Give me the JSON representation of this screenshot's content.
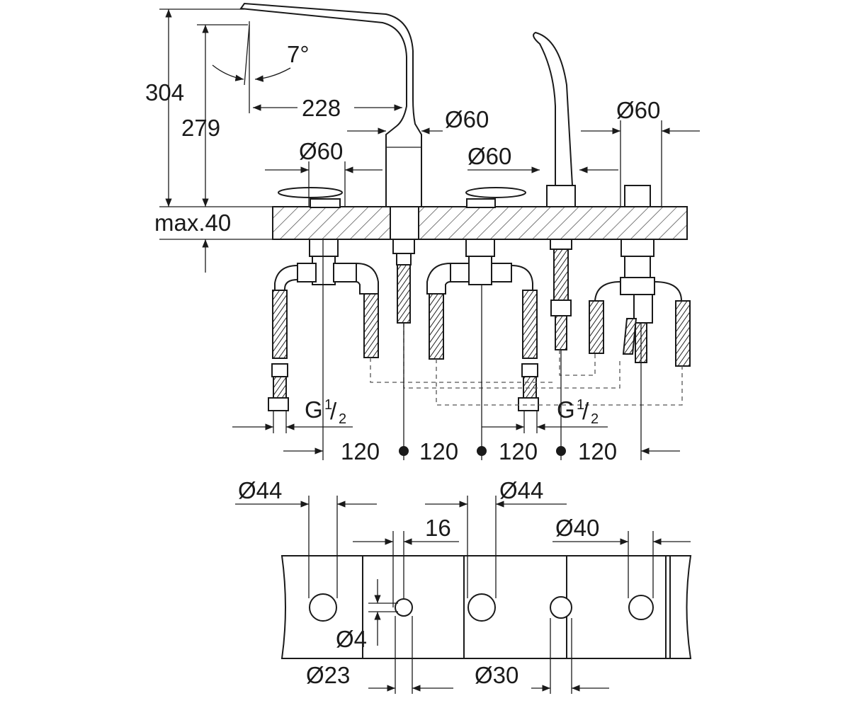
{
  "dimensions": {
    "height_total": "304",
    "height_spout": "279",
    "angle": "7°",
    "reach": "228",
    "spout_diameter": "Ø60",
    "left_handle_diameter": "Ø60",
    "right_handle_diameter": "Ø60",
    "diverter_diameter": "Ø60",
    "deck_thickness": "max.40",
    "thread_left": "G",
    "thread_right": "G",
    "thread_fraction_num": "1",
    "thread_fraction_den": "2",
    "spacing": [
      "120",
      "120",
      "120",
      "120"
    ]
  },
  "cutout_dimensions": {
    "hole_left": "Ø44",
    "hole_middle": "Ø44",
    "hole_right": "Ø40",
    "offset": "16",
    "small_hole": "Ø4",
    "hole_23": "Ø23",
    "hole_30": "Ø30"
  }
}
